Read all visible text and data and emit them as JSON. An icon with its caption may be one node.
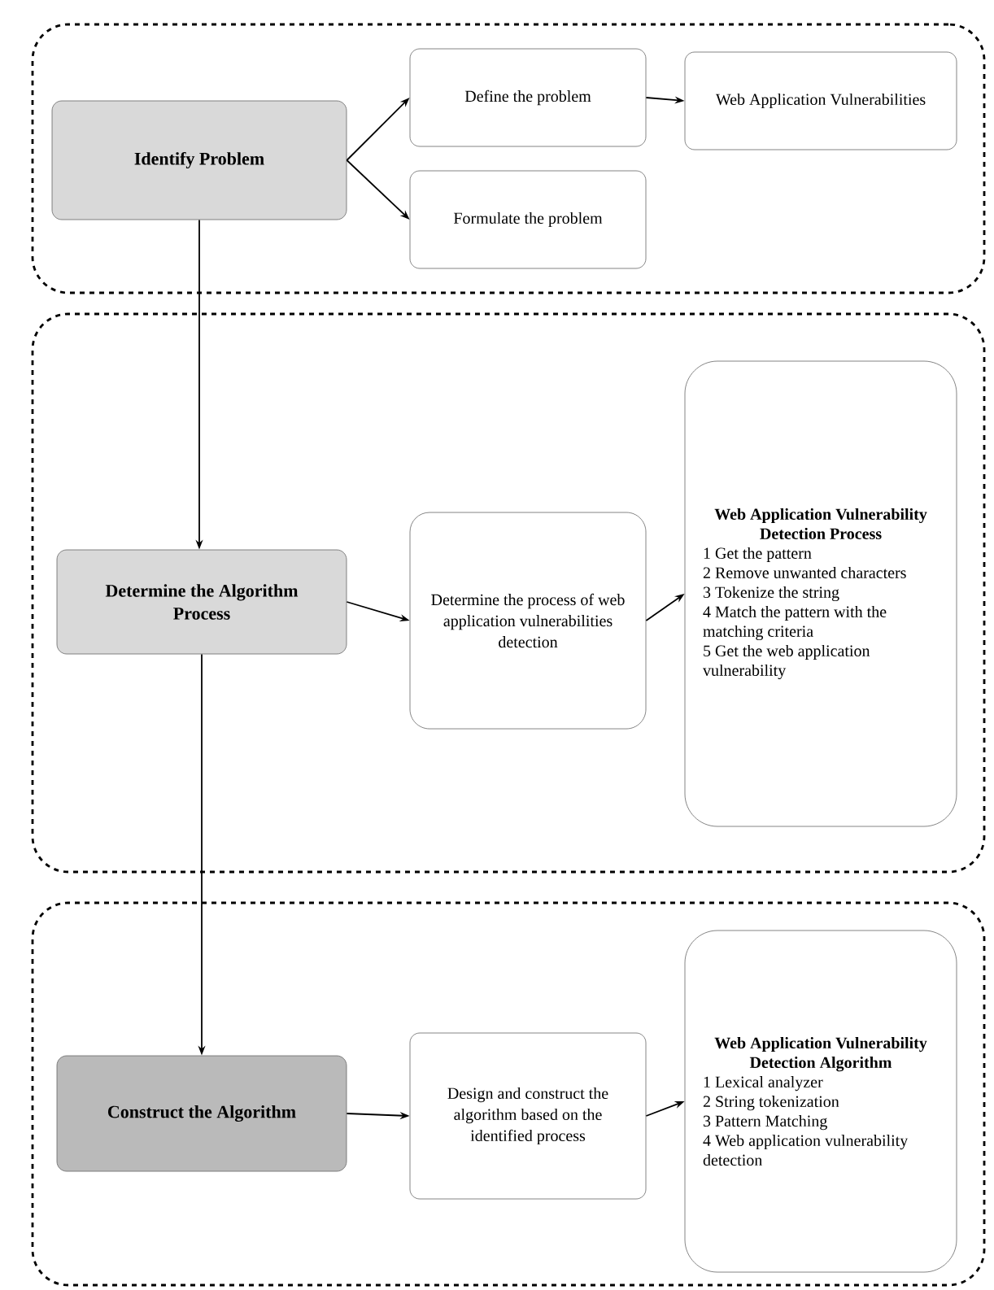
{
  "diagram": {
    "nodes": [
      {
        "text": [],
        "shape": "box"
      },
      {
        "text": [
          "Identify Problem"
        ],
        "in": 0
      },
      {
        "text": [
          "Define the problem"
        ],
        "in": 0
      },
      {
        "text": [
          "Web Application Vulnerabilities"
        ],
        "in": 0
      },
      {
        "text": [
          "Formulate the problem"
        ],
        "in": 0
      },
      {
        "text": [],
        "shape": "box"
      },
      {
        "text": [
          "Determine the Algorithm Process"
        ],
        "in": 5
      },
      {
        "text": [
          "Determine the process of web application vulnerabilities detection"
        ],
        "in": 5
      },
      {
        "text": [
          "Web Application Vulnerability Detection Process",
          "1 Get the pattern",
          "2 Remove unwanted characters",
          "3 Tokenize the string",
          "4 Match the pattern with the matching criteria",
          "5 Get the web application vulnerability"
        ],
        "in": 5
      },
      {
        "text": [],
        "shape": "box"
      },
      {
        "text": [
          "Construct the Algorithm"
        ],
        "in": 9
      },
      {
        "text": [
          "Design and construct the algorithm based on the identified process"
        ],
        "in": 9
      },
      {
        "text": [
          "Web Application Vulnerability Detection Algorithm",
          "1 Lexical analyzer",
          "2 String tokenization",
          "3 Pattern Matching",
          "4 Web application vulnerability detection"
        ],
        "in": 9
      }
    ],
    "edges": [
      {
        "from": 1,
        "to": 2,
        "arrow": "to"
      },
      {
        "from": 1,
        "to": 4,
        "arrow": "to"
      },
      {
        "from": 2,
        "to": 3,
        "arrow": "to"
      },
      {
        "from": 1,
        "to": 6,
        "arrow": "to"
      },
      {
        "from": 6,
        "to": 7,
        "arrow": "to"
      },
      {
        "from": 7,
        "to": 8,
        "arrow": "to"
      },
      {
        "from": 6,
        "to": 10,
        "arrow": "to"
      },
      {
        "from": 10,
        "to": 11,
        "arrow": "to"
      },
      {
        "from": 11,
        "to": 12,
        "arrow": "to"
      }
    ]
  }
}
